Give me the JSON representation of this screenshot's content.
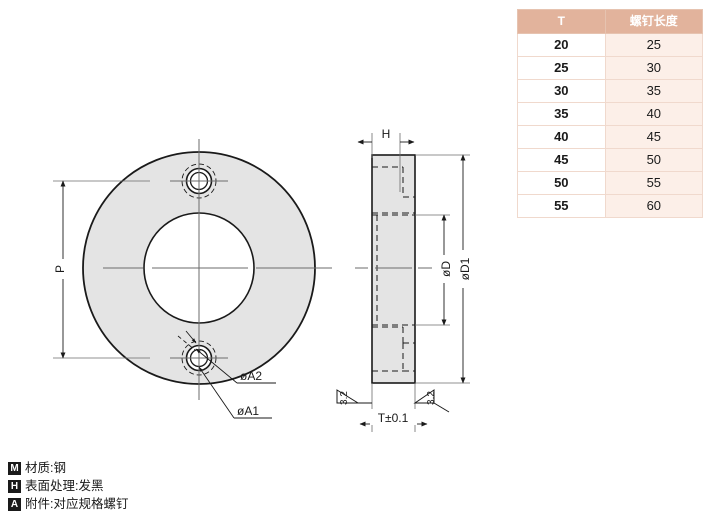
{
  "table": {
    "headers": [
      "T",
      "螺钉长度"
    ],
    "rows": [
      {
        "t": "20",
        "len": "25"
      },
      {
        "t": "25",
        "len": "30"
      },
      {
        "t": "30",
        "len": "35"
      },
      {
        "t": "35",
        "len": "40"
      },
      {
        "t": "40",
        "len": "45"
      },
      {
        "t": "45",
        "len": "50"
      },
      {
        "t": "50",
        "len": "55"
      },
      {
        "t": "55",
        "len": "60"
      }
    ],
    "header_bg": "#e2b39c",
    "value_bg": "#fcefe8"
  },
  "legend": [
    {
      "badge": "M",
      "text": "材质:钢"
    },
    {
      "badge": "H",
      "text": "表面处理:发黑"
    },
    {
      "badge": "A",
      "text": "附件:对应规格螺钉"
    }
  ],
  "drawing": {
    "front_view": {
      "dim_p": "P",
      "label_a2": "øA2",
      "label_a1": "øA1"
    },
    "side_view": {
      "dim_h": "H",
      "dim_d": "øD",
      "dim_d1": "øD1",
      "dim_t": "T±0.1",
      "roughness_left": "3.2",
      "roughness_right": "3.2"
    }
  }
}
